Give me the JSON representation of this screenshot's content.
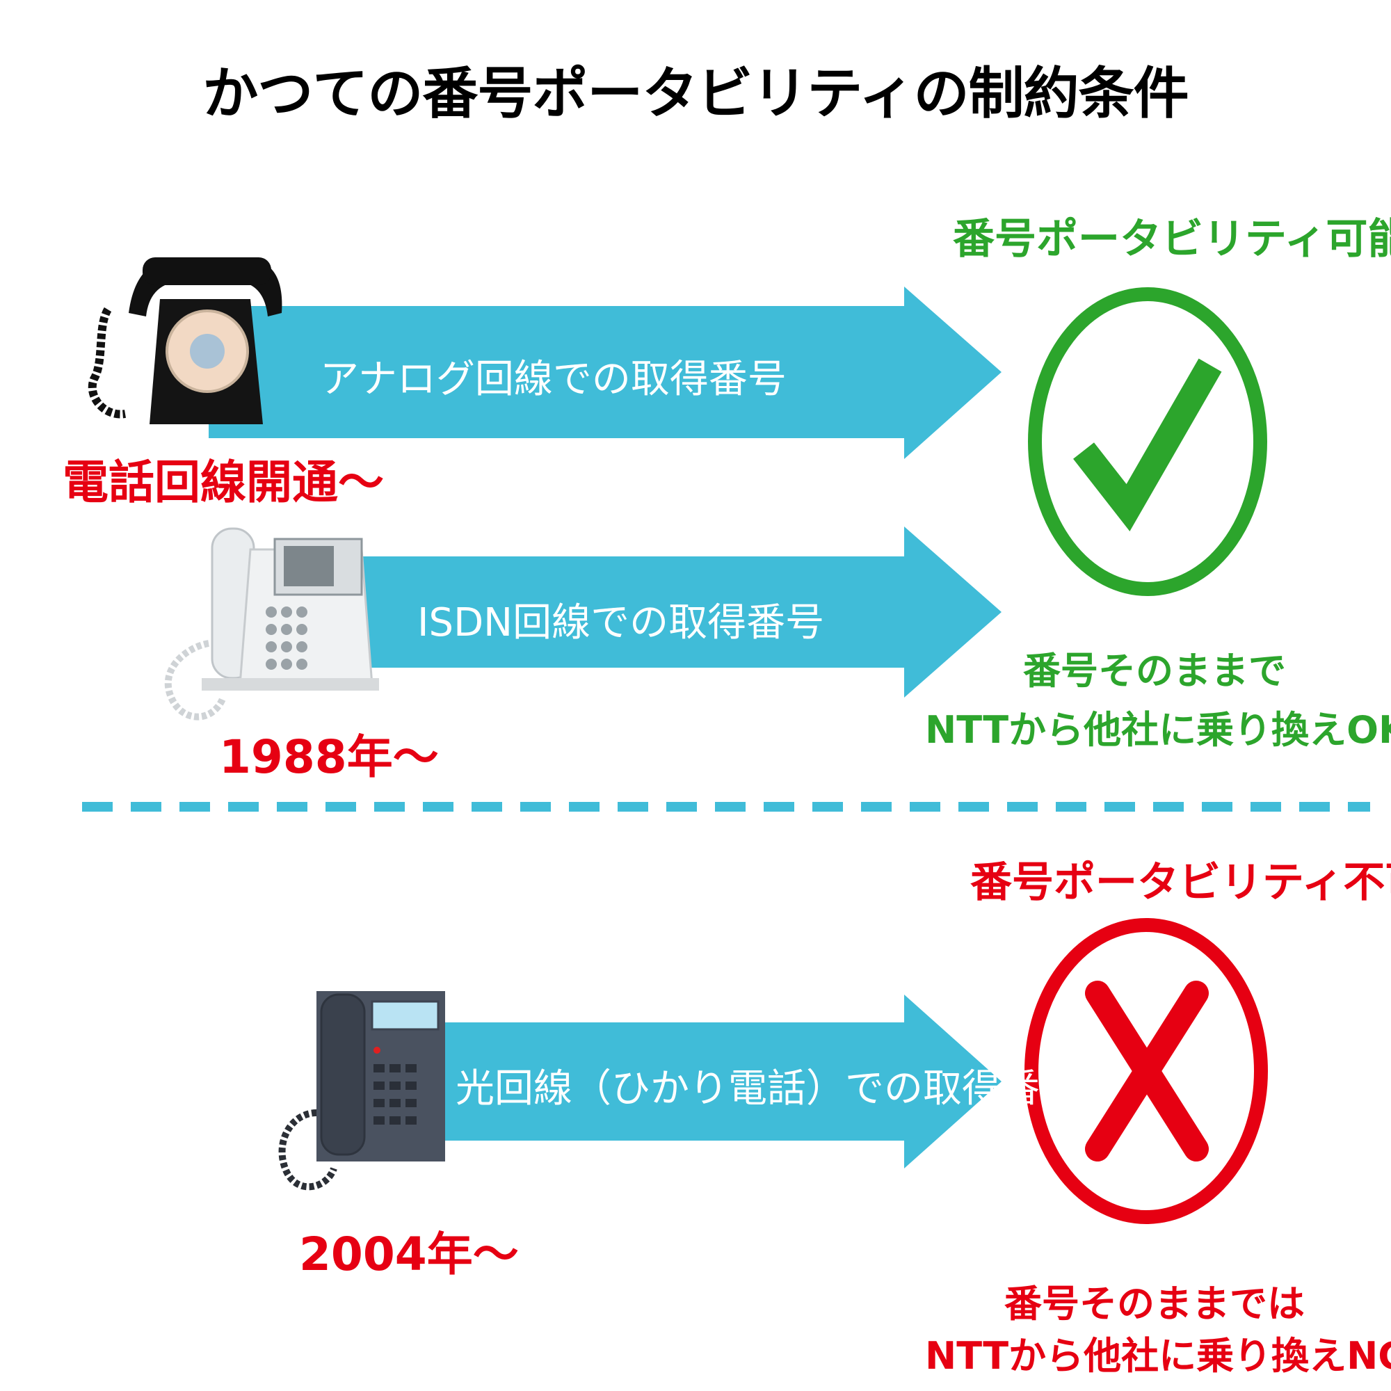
{
  "title": "かつての番号ポータビリティの制約条件",
  "colors": {
    "arrow": "#40bcd8",
    "ok_green": "#2ca52c",
    "ng_red": "#e60012",
    "divider": "#40bcd8"
  },
  "rows": [
    {
      "phone_icon": "rotary-phone-icon",
      "date": "電話回線開通〜",
      "arrow_label": "アナログ回線での取得番号"
    },
    {
      "phone_icon": "ip-desk-phone-icon",
      "date": "1988年〜",
      "arrow_label": "ISDN回線での取得番号"
    },
    {
      "phone_icon": "office-phone-icon",
      "date": "2004年〜",
      "arrow_label": "光回線（ひかり電話）での取得番号"
    }
  ],
  "ok": {
    "status": "番号ポータビリティ可能",
    "icon": "check-circle-icon",
    "note_line1": "番号そのままで",
    "note_line2": "NTTから他社に乗り換えOK"
  },
  "ng": {
    "status": "番号ポータビリティ不可",
    "icon": "cross-circle-icon",
    "note_line1": "番号そのままでは",
    "note_line2": "NTTから他社に乗り換えNG"
  }
}
